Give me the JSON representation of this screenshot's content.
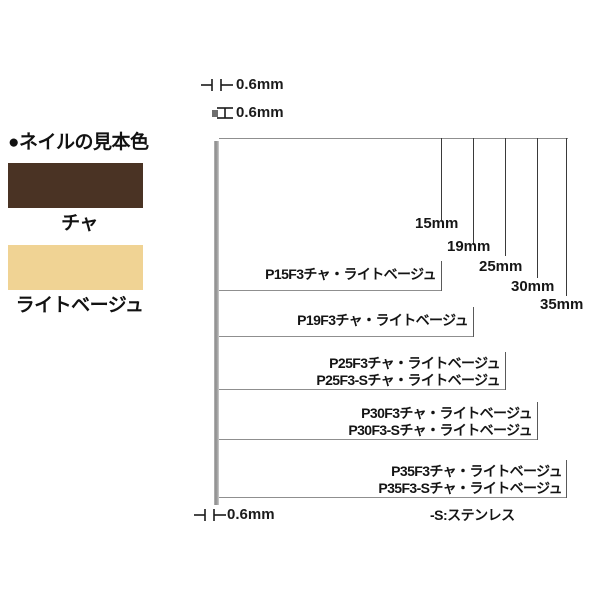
{
  "legend": {
    "heading": "●ネイルの見本色",
    "swatches": [
      {
        "name": "チャ",
        "color": "#4a3324"
      },
      {
        "name": "ライトベージュ",
        "color": "#f0d394"
      }
    ]
  },
  "dimensions": {
    "width_top": "0.6mm",
    "thickness_top": "0.6mm",
    "width_bottom": "0.6mm"
  },
  "lengths": [
    {
      "value": "15mm"
    },
    {
      "value": "19mm"
    },
    {
      "value": "25mm"
    },
    {
      "value": "30mm"
    },
    {
      "value": "35mm"
    }
  ],
  "products": [
    {
      "length": "15mm",
      "lines": [
        "P15F3チャ・ライトベージュ"
      ]
    },
    {
      "length": "19mm",
      "lines": [
        "P19F3チャ・ライトベージュ"
      ]
    },
    {
      "length": "25mm",
      "lines": [
        "P25F3チャ・ライトベージュ",
        "P25F3-Sチャ・ライトベージュ"
      ]
    },
    {
      "length": "30mm",
      "lines": [
        "P30F3チャ・ライトベージュ",
        "P30F3-Sチャ・ライトベージュ"
      ]
    },
    {
      "length": "35mm",
      "lines": [
        "P35F3チャ・ライトベージュ",
        "P35F3-Sチャ・ライトベージュ"
      ]
    }
  ],
  "footnote": "-S:ステンレス",
  "colors": {
    "background": "#ffffff",
    "text": "#141414",
    "rule": "#8f8f8f",
    "nail_shaft": "#8d8d8d"
  }
}
